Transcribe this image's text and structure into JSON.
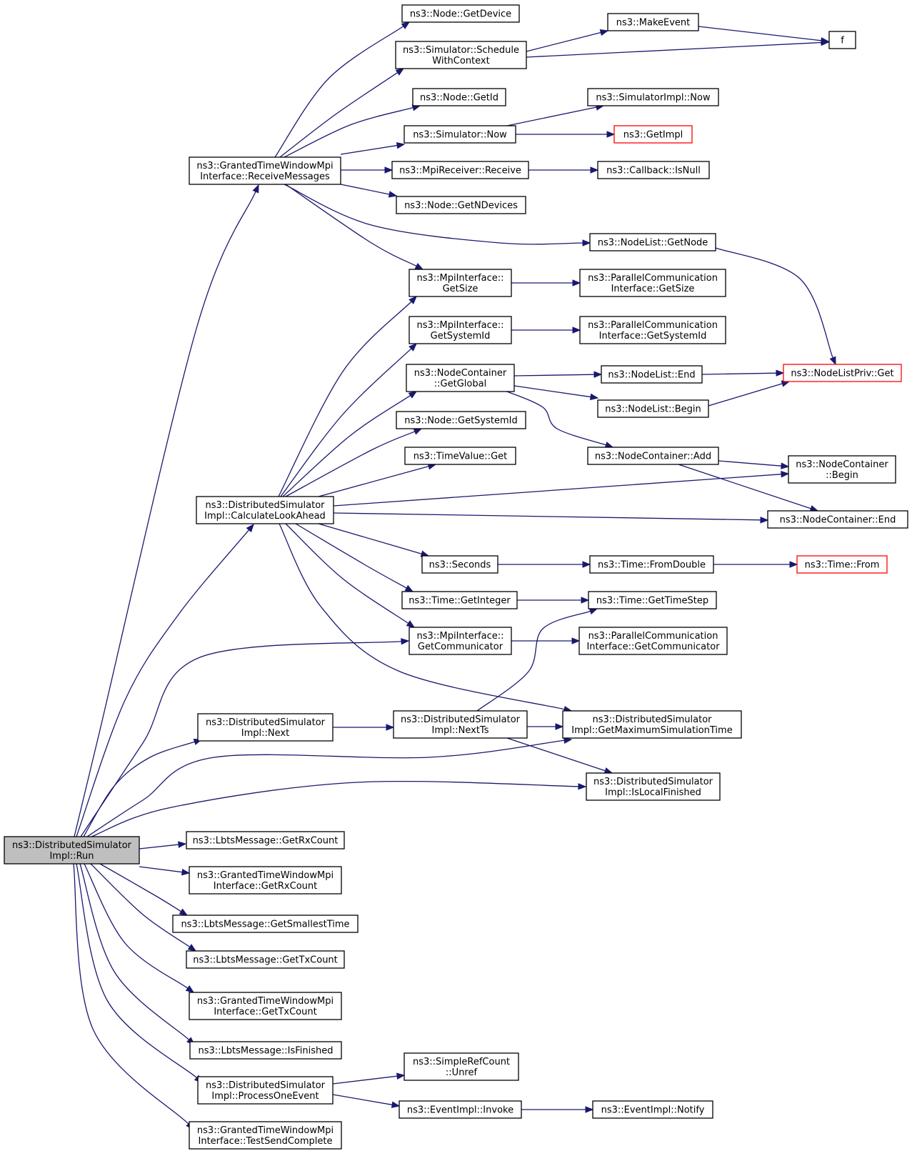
{
  "graph": {
    "colors": {
      "edge": "#191970",
      "node_border": "#000000",
      "truncated_border": "#ff0000",
      "root_fill": "#bfbfbf",
      "node_fill": "#ffffff"
    },
    "nodes": [
      {
        "id": "run",
        "lines": [
          "ns3::DistributedSimulator",
          "Impl::Run"
        ],
        "style": "root"
      },
      {
        "id": "recv_msgs",
        "lines": [
          "ns3::GrantedTimeWindowMpi",
          "Interface::ReceiveMessages"
        ]
      },
      {
        "id": "calc_la",
        "lines": [
          "ns3::DistributedSimulator",
          "Impl::CalculateLookAhead"
        ]
      },
      {
        "id": "next",
        "lines": [
          "ns3::DistributedSimulator",
          "Impl::Next"
        ]
      },
      {
        "id": "get_dev",
        "lines": [
          "ns3::Node::GetDevice"
        ]
      },
      {
        "id": "sched_ctx",
        "lines": [
          "ns3::Simulator::Schedule",
          "WithContext"
        ]
      },
      {
        "id": "make_event",
        "lines": [
          "ns3::MakeEvent"
        ]
      },
      {
        "id": "f",
        "lines": [
          "f"
        ]
      },
      {
        "id": "node_getid",
        "lines": [
          "ns3::Node::GetId"
        ]
      },
      {
        "id": "simimpl_now",
        "lines": [
          "ns3::SimulatorImpl::Now"
        ]
      },
      {
        "id": "sim_now",
        "lines": [
          "ns3::Simulator::Now"
        ]
      },
      {
        "id": "getimpl",
        "lines": [
          "ns3::GetImpl"
        ],
        "style": "red"
      },
      {
        "id": "mpi_recv",
        "lines": [
          "ns3::MpiReceiver::Receive"
        ]
      },
      {
        "id": "cb_isnull",
        "lines": [
          "ns3::Callback::IsNull"
        ]
      },
      {
        "id": "get_ndev",
        "lines": [
          "ns3::Node::GetNDevices"
        ]
      },
      {
        "id": "nl_getnode",
        "lines": [
          "ns3::NodeList::GetNode"
        ]
      },
      {
        "id": "mpi_getsize",
        "lines": [
          "ns3::MpiInterface::",
          "GetSize"
        ]
      },
      {
        "id": "pci_getsize",
        "lines": [
          "ns3::ParallelCommunication",
          "Interface::GetSize"
        ]
      },
      {
        "id": "mpi_getsysid",
        "lines": [
          "ns3::MpiInterface::",
          "GetSystemId"
        ]
      },
      {
        "id": "pci_getsysid",
        "lines": [
          "ns3::ParallelCommunication",
          "Interface::GetSystemId"
        ]
      },
      {
        "id": "nc_getglobal",
        "lines": [
          "ns3::NodeContainer",
          "::GetGlobal"
        ]
      },
      {
        "id": "nl_end",
        "lines": [
          "ns3::NodeList::End"
        ]
      },
      {
        "id": "nlpriv_get",
        "lines": [
          "ns3::NodeListPriv::Get"
        ],
        "style": "red"
      },
      {
        "id": "nl_begin",
        "lines": [
          "ns3::NodeList::Begin"
        ]
      },
      {
        "id": "node_getsysid",
        "lines": [
          "ns3::Node::GetSystemId"
        ]
      },
      {
        "id": "nc_add",
        "lines": [
          "ns3::NodeContainer::Add"
        ]
      },
      {
        "id": "tv_get",
        "lines": [
          "ns3::TimeValue::Get"
        ]
      },
      {
        "id": "nc_begin",
        "lines": [
          "ns3::NodeContainer",
          "::Begin"
        ]
      },
      {
        "id": "nc_end",
        "lines": [
          "ns3::NodeContainer::End"
        ]
      },
      {
        "id": "seconds",
        "lines": [
          "ns3::Seconds"
        ]
      },
      {
        "id": "t_fromdouble",
        "lines": [
          "ns3::Time::FromDouble"
        ]
      },
      {
        "id": "t_from",
        "lines": [
          "ns3::Time::From"
        ],
        "style": "red"
      },
      {
        "id": "t_getint",
        "lines": [
          "ns3::Time::GetInteger"
        ]
      },
      {
        "id": "t_gettimestep",
        "lines": [
          "ns3::Time::GetTimeStep"
        ]
      },
      {
        "id": "mpi_getcomm",
        "lines": [
          "ns3::MpiInterface::",
          "GetCommunicator"
        ]
      },
      {
        "id": "pci_getcomm",
        "lines": [
          "ns3::ParallelCommunication",
          "Interface::GetCommunicator"
        ]
      },
      {
        "id": "nextts",
        "lines": [
          "ns3::DistributedSimulator",
          "Impl::NextTs"
        ]
      },
      {
        "id": "getmaxsim",
        "lines": [
          "ns3::DistributedSimulator",
          "Impl::GetMaximumSimulationTime"
        ]
      },
      {
        "id": "islocalfin",
        "lines": [
          "ns3::DistributedSimulator",
          "Impl::IsLocalFinished"
        ]
      },
      {
        "id": "lbts_getrx",
        "lines": [
          "ns3::LbtsMessage::GetRxCount"
        ]
      },
      {
        "id": "gtw_getrx",
        "lines": [
          "ns3::GrantedTimeWindowMpi",
          "Interface::GetRxCount"
        ]
      },
      {
        "id": "lbts_small",
        "lines": [
          "ns3::LbtsMessage::GetSmallestTime"
        ]
      },
      {
        "id": "lbts_gettx",
        "lines": [
          "ns3::LbtsMessage::GetTxCount"
        ]
      },
      {
        "id": "gtw_gettx",
        "lines": [
          "ns3::GrantedTimeWindowMpi",
          "Interface::GetTxCount"
        ]
      },
      {
        "id": "lbts_isfin",
        "lines": [
          "ns3::LbtsMessage::IsFinished"
        ]
      },
      {
        "id": "processone",
        "lines": [
          "ns3::DistributedSimulator",
          "Impl::ProcessOneEvent"
        ]
      },
      {
        "id": "src_unref",
        "lines": [
          "ns3::SimpleRefCount",
          "::Unref"
        ]
      },
      {
        "id": "ev_invoke",
        "lines": [
          "ns3::EventImpl::Invoke"
        ]
      },
      {
        "id": "ev_notify",
        "lines": [
          "ns3::EventImpl::Notify"
        ]
      },
      {
        "id": "gtw_testsend",
        "lines": [
          "ns3::GrantedTimeWindowMpi",
          "Interface::TestSendComplete"
        ]
      }
    ],
    "edges": [
      [
        "run",
        "recv_msgs"
      ],
      [
        "run",
        "calc_la"
      ],
      [
        "run",
        "mpi_getcomm"
      ],
      [
        "run",
        "next"
      ],
      [
        "run",
        "getmaxsim"
      ],
      [
        "run",
        "islocalfin"
      ],
      [
        "run",
        "lbts_getrx"
      ],
      [
        "run",
        "gtw_getrx"
      ],
      [
        "run",
        "lbts_small"
      ],
      [
        "run",
        "lbts_gettx"
      ],
      [
        "run",
        "gtw_gettx"
      ],
      [
        "run",
        "lbts_isfin"
      ],
      [
        "run",
        "processone"
      ],
      [
        "run",
        "gtw_testsend"
      ],
      [
        "recv_msgs",
        "get_dev"
      ],
      [
        "recv_msgs",
        "sched_ctx"
      ],
      [
        "recv_msgs",
        "node_getid"
      ],
      [
        "recv_msgs",
        "sim_now"
      ],
      [
        "recv_msgs",
        "mpi_recv"
      ],
      [
        "recv_msgs",
        "get_ndev"
      ],
      [
        "recv_msgs",
        "nl_getnode"
      ],
      [
        "recv_msgs",
        "mpi_getsize"
      ],
      [
        "sched_ctx",
        "make_event"
      ],
      [
        "sched_ctx",
        "f"
      ],
      [
        "make_event",
        "f"
      ],
      [
        "sim_now",
        "simimpl_now"
      ],
      [
        "sim_now",
        "getimpl"
      ],
      [
        "mpi_recv",
        "cb_isnull"
      ],
      [
        "nl_getnode",
        "nlpriv_get"
      ],
      [
        "mpi_getsize",
        "pci_getsize"
      ],
      [
        "mpi_getsysid",
        "pci_getsysid"
      ],
      [
        "nc_getglobal",
        "nl_end"
      ],
      [
        "nc_getglobal",
        "nl_begin"
      ],
      [
        "nc_getglobal",
        "nc_add"
      ],
      [
        "nl_end",
        "nlpriv_get"
      ],
      [
        "nl_begin",
        "nlpriv_get"
      ],
      [
        "nc_add",
        "nc_begin"
      ],
      [
        "nc_add",
        "nc_end"
      ],
      [
        "calc_la",
        "mpi_getsize"
      ],
      [
        "calc_la",
        "mpi_getsysid"
      ],
      [
        "calc_la",
        "nc_getglobal"
      ],
      [
        "calc_la",
        "node_getsysid"
      ],
      [
        "calc_la",
        "tv_get"
      ],
      [
        "calc_la",
        "nc_begin"
      ],
      [
        "calc_la",
        "nc_end"
      ],
      [
        "calc_la",
        "seconds"
      ],
      [
        "calc_la",
        "t_getint"
      ],
      [
        "calc_la",
        "mpi_getcomm"
      ],
      [
        "calc_la",
        "getmaxsim"
      ],
      [
        "seconds",
        "t_fromdouble"
      ],
      [
        "t_fromdouble",
        "t_from"
      ],
      [
        "t_getint",
        "t_gettimestep"
      ],
      [
        "mpi_getcomm",
        "pci_getcomm"
      ],
      [
        "next",
        "nextts"
      ],
      [
        "nextts",
        "t_gettimestep"
      ],
      [
        "nextts",
        "getmaxsim"
      ],
      [
        "nextts",
        "islocalfin"
      ],
      [
        "processone",
        "src_unref"
      ],
      [
        "processone",
        "ev_invoke"
      ],
      [
        "ev_invoke",
        "ev_notify"
      ]
    ]
  }
}
